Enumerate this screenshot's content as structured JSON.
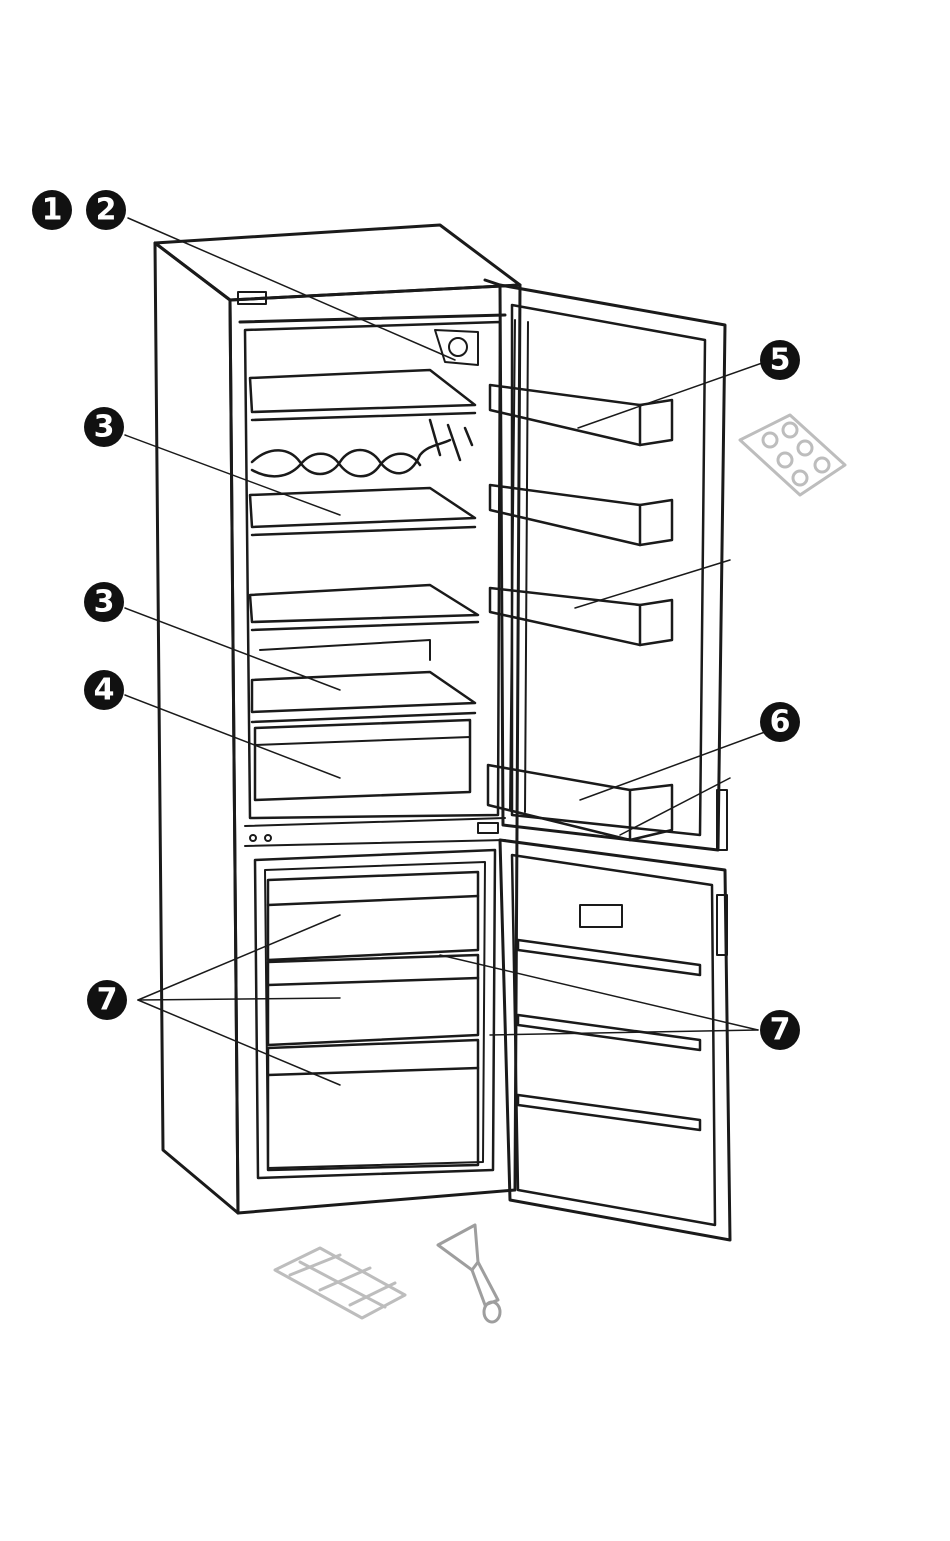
{
  "diagram": {
    "callouts": [
      {
        "id": "c1",
        "number": "1"
      },
      {
        "id": "c2",
        "number": "2"
      },
      {
        "id": "c3a",
        "number": "3"
      },
      {
        "id": "c3b",
        "number": "3"
      },
      {
        "id": "c4",
        "number": "4"
      },
      {
        "id": "c5",
        "number": "5"
      },
      {
        "id": "c6",
        "number": "6"
      },
      {
        "id": "c7a",
        "number": "7"
      },
      {
        "id": "c7b",
        "number": "7"
      }
    ]
  },
  "colors": {
    "line": "#1a1a1a",
    "callout_fill": "#111111",
    "accessory": "#bdbdbd"
  }
}
